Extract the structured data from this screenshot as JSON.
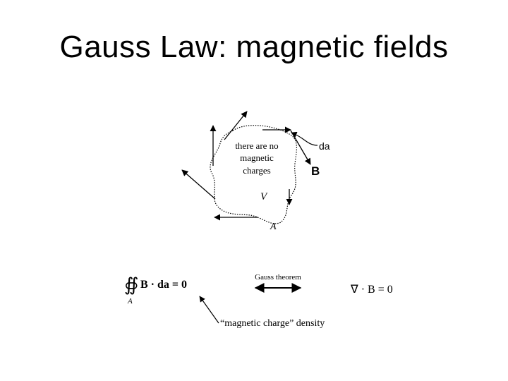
{
  "slide": {
    "title": "Gauss Law: magnetic fields"
  },
  "diagram": {
    "center_text": [
      "there are no",
      "magnetic",
      "charges"
    ],
    "da_label": "da",
    "field_label": "B",
    "volume_label": "V",
    "surface_label": "A",
    "equation_left": "B · da = 0",
    "integral_sub": "A",
    "arrow_label": "Gauss theorem",
    "equation_right": "∇ · B = 0",
    "annotation": "“magnetic charge” density"
  }
}
